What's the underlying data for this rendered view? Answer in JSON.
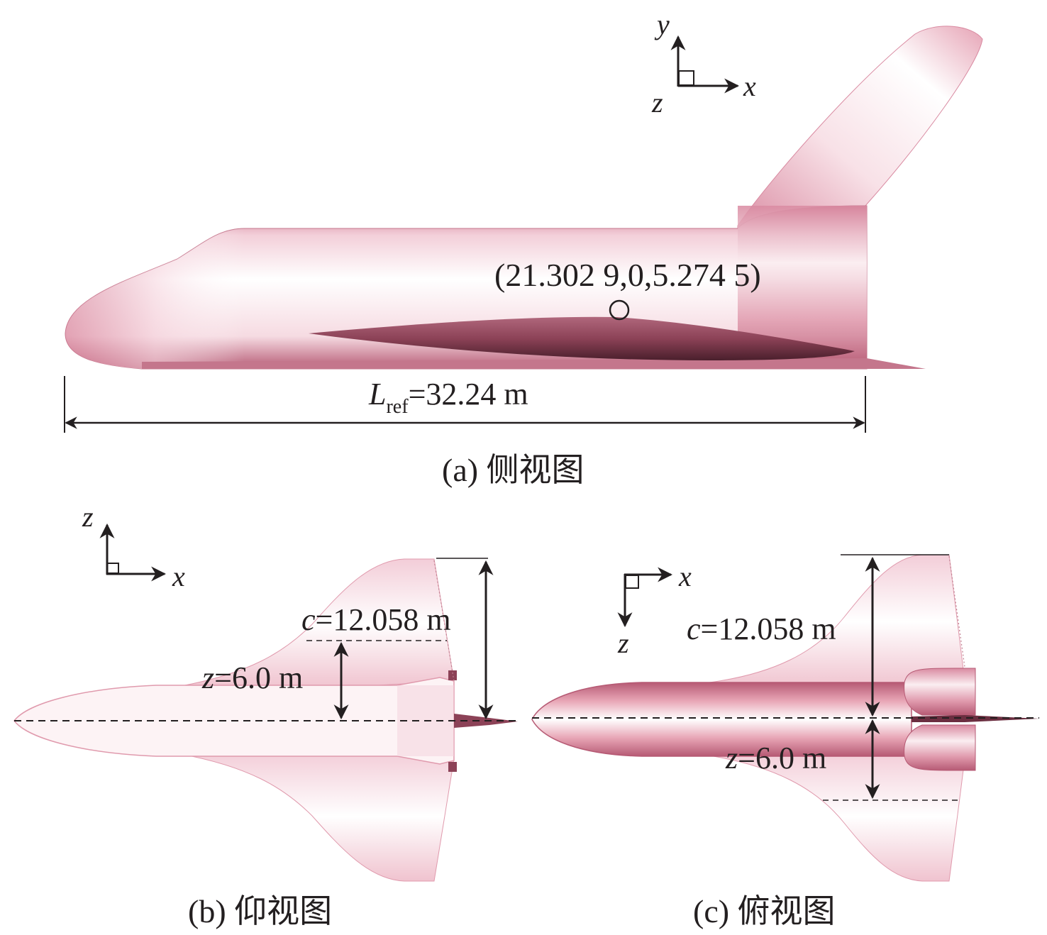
{
  "views": {
    "side": {
      "caption": "(a) 侧视图",
      "axis": {
        "up": "y",
        "right": "x",
        "out": "z"
      },
      "reference_point": "(21.302 9,0,5.274 5)",
      "length_symbol": "L",
      "length_subscript": "ref",
      "length_value": "=32.24 m"
    },
    "bottom": {
      "caption": "(b) 仰视图",
      "axis": {
        "up": "z",
        "right": "x"
      },
      "chord_symbol": "c",
      "chord_value": "=12.058 m",
      "span_symbol": "z",
      "span_value": "=6.0 m"
    },
    "top": {
      "caption": "(c) 俯视图",
      "axis": {
        "right": "x",
        "down": "z"
      },
      "chord_symbol": "c",
      "chord_value": "=12.058 m",
      "span_symbol": "z",
      "span_value": "=6.0 m"
    }
  },
  "colors": {
    "body_light": "#fbeef1",
    "body_mid": "#e8a6b6",
    "body_dark": "#8c4257",
    "ink": "#231f20"
  }
}
